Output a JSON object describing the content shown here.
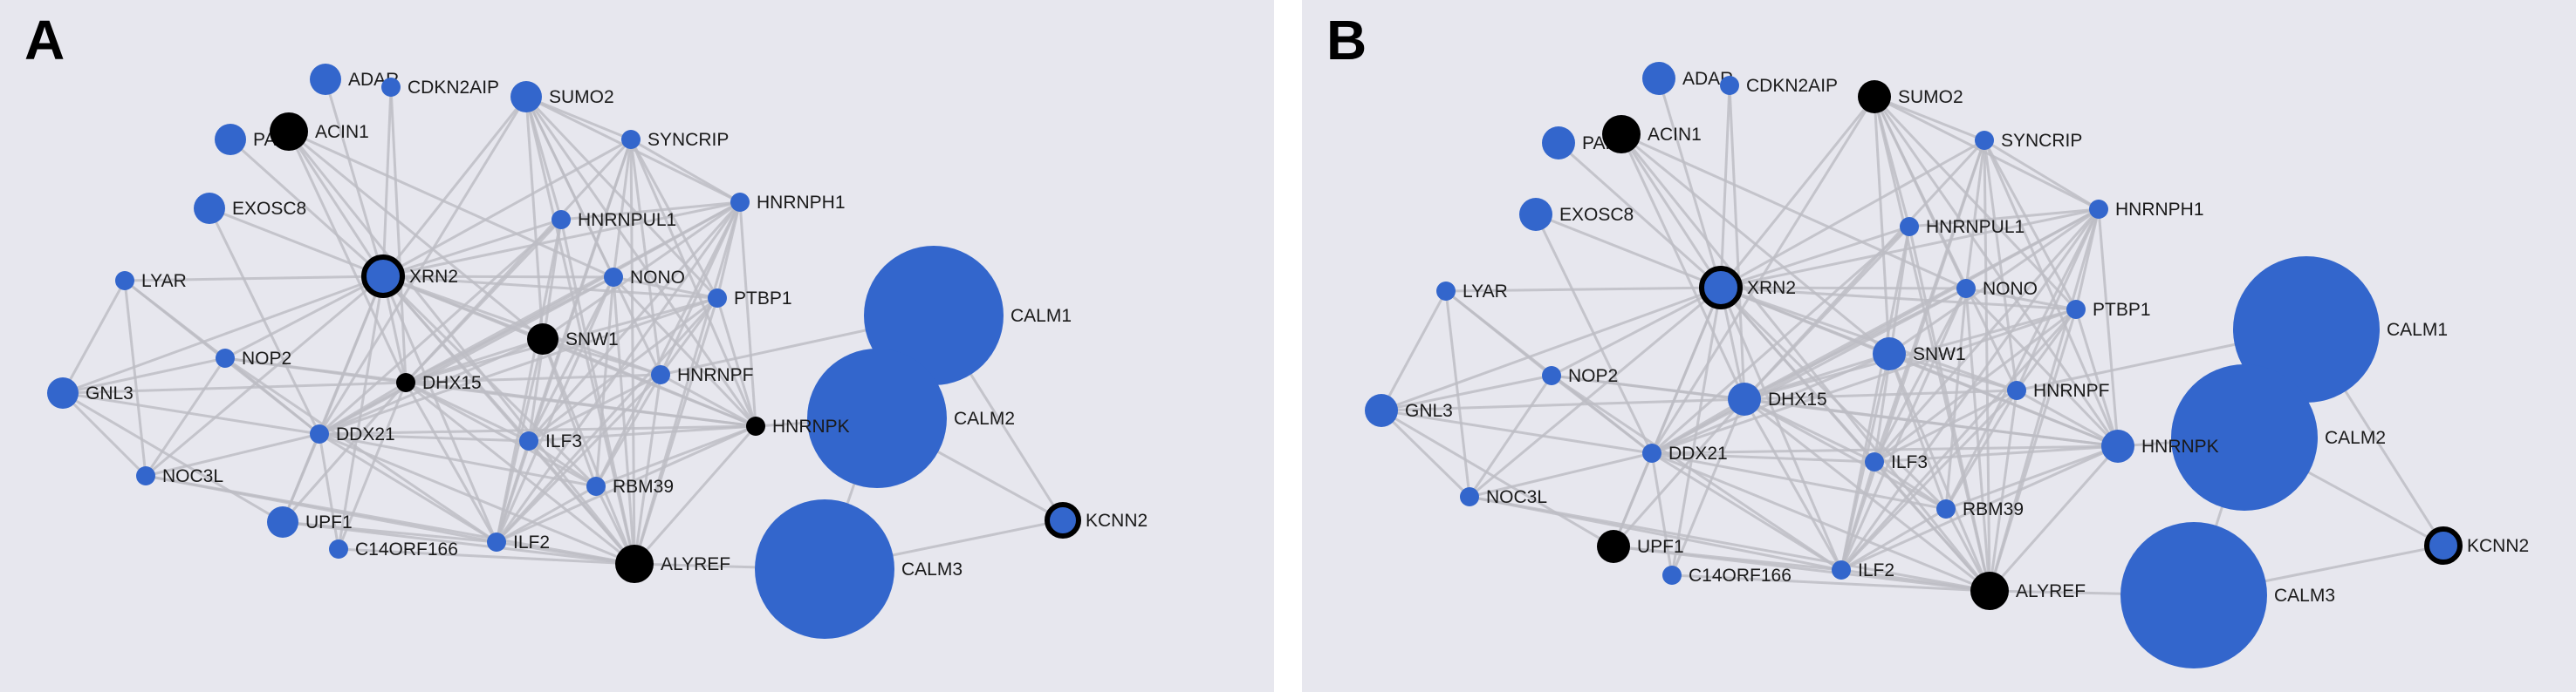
{
  "colors": {
    "blue": "#3366cc",
    "black": "#000000",
    "edge": "#bdbdc4",
    "background": "#e7e7ee"
  },
  "panels": [
    {
      "label": "A",
      "nodes": [
        {
          "id": "ADAR",
          "label": "ADAR",
          "style": "blue",
          "size": "s"
        },
        {
          "id": "CDKN2AIP",
          "label": "CDKN2AIP",
          "style": "blue",
          "size": "xs"
        },
        {
          "id": "SUMO2",
          "label": "SUMO2",
          "style": "blue",
          "size": "s"
        },
        {
          "id": "PARN",
          "label": "PAR",
          "style": "blue",
          "size": "s"
        },
        {
          "id": "ACIN1",
          "label": "ACIN1",
          "style": "black",
          "size": "m"
        },
        {
          "id": "SYNCRIP",
          "label": "SYNCRIP",
          "style": "blue",
          "size": "xs"
        },
        {
          "id": "EXOSC8",
          "label": "EXOSC8",
          "style": "blue",
          "size": "s"
        },
        {
          "id": "HNRNPH1",
          "label": "HNRNPH1",
          "style": "blue",
          "size": "xs"
        },
        {
          "id": "HNRNPUL1",
          "label": "HNRNPUL1",
          "style": "blue",
          "size": "xs"
        },
        {
          "id": "LYAR",
          "label": "LYAR",
          "style": "blue",
          "size": "xs"
        },
        {
          "id": "XRN2",
          "label": "XRN2",
          "style": "ring",
          "size": "m"
        },
        {
          "id": "NONO",
          "label": "NONO",
          "style": "blue",
          "size": "xs"
        },
        {
          "id": "PTBP1",
          "label": "PTBP1",
          "style": "blue",
          "size": "xs"
        },
        {
          "id": "CALM1",
          "label": "CALM1",
          "style": "blue",
          "size": "xl"
        },
        {
          "id": "SNW1",
          "label": "SNW1",
          "style": "black",
          "size": "s"
        },
        {
          "id": "NOP2",
          "label": "NOP2",
          "style": "blue",
          "size": "xs"
        },
        {
          "id": "DHX15",
          "label": "DHX15",
          "style": "black",
          "size": "xs"
        },
        {
          "id": "HNRNPF",
          "label": "HNRNPF",
          "style": "blue",
          "size": "xs"
        },
        {
          "id": "GNL3",
          "label": "GNL3",
          "style": "blue",
          "size": "s"
        },
        {
          "id": "CALM2",
          "label": "CALM2",
          "style": "blue",
          "size": "xl"
        },
        {
          "id": "HNRNPK",
          "label": "HNRNPK",
          "style": "black",
          "size": "xs"
        },
        {
          "id": "DDX21",
          "label": "DDX21",
          "style": "blue",
          "size": "xs"
        },
        {
          "id": "ILF3",
          "label": "ILF3",
          "style": "blue",
          "size": "xs"
        },
        {
          "id": "NOC3L",
          "label": "NOC3L",
          "style": "blue",
          "size": "xs"
        },
        {
          "id": "RBM39",
          "label": "RBM39",
          "style": "blue",
          "size": "xs"
        },
        {
          "id": "UPF1",
          "label": "UPF1",
          "style": "blue",
          "size": "s"
        },
        {
          "id": "KCNN2",
          "label": "KCNN2",
          "style": "ring",
          "size": "s"
        },
        {
          "id": "ILF2",
          "label": "ILF2",
          "style": "blue",
          "size": "xs"
        },
        {
          "id": "C14ORF166",
          "label": "C14ORF166",
          "style": "blue",
          "size": "xs"
        },
        {
          "id": "ALYREF",
          "label": "ALYREF",
          "style": "black",
          "size": "m"
        },
        {
          "id": "CALM3",
          "label": "CALM3",
          "style": "blue",
          "size": "xl"
        }
      ]
    },
    {
      "label": "B",
      "nodes": [
        {
          "id": "ADAR",
          "label": "ADAR",
          "style": "blue",
          "size": "s"
        },
        {
          "id": "CDKN2AIP",
          "label": "CDKN2AIP",
          "style": "blue",
          "size": "xs"
        },
        {
          "id": "SUMO2",
          "label": "SUMO2",
          "style": "black",
          "size": "s"
        },
        {
          "id": "PARN",
          "label": "PAR",
          "style": "blue",
          "size": "s"
        },
        {
          "id": "ACIN1",
          "label": "ACIN1",
          "style": "black",
          "size": "m"
        },
        {
          "id": "SYNCRIP",
          "label": "SYNCRIP",
          "style": "blue",
          "size": "xs"
        },
        {
          "id": "EXOSC8",
          "label": "EXOSC8",
          "style": "blue",
          "size": "s"
        },
        {
          "id": "HNRNPH1",
          "label": "HNRNPH1",
          "style": "blue",
          "size": "xs"
        },
        {
          "id": "HNRNPUL1",
          "label": "HNRNPUL1",
          "style": "blue",
          "size": "xs"
        },
        {
          "id": "LYAR",
          "label": "LYAR",
          "style": "blue",
          "size": "xs"
        },
        {
          "id": "XRN2",
          "label": "XRN2",
          "style": "ring",
          "size": "m"
        },
        {
          "id": "NONO",
          "label": "NONO",
          "style": "blue",
          "size": "xs"
        },
        {
          "id": "PTBP1",
          "label": "PTBP1",
          "style": "blue",
          "size": "xs"
        },
        {
          "id": "CALM1",
          "label": "CALM1",
          "style": "blue",
          "size": "xl"
        },
        {
          "id": "SNW1",
          "label": "SNW1",
          "style": "blue",
          "size": "s"
        },
        {
          "id": "NOP2",
          "label": "NOP2",
          "style": "blue",
          "size": "xs"
        },
        {
          "id": "DHX15",
          "label": "DHX15",
          "style": "blue",
          "size": "s"
        },
        {
          "id": "HNRNPF",
          "label": "HNRNPF",
          "style": "blue",
          "size": "xs"
        },
        {
          "id": "GNL3",
          "label": "GNL3",
          "style": "blue",
          "size": "s"
        },
        {
          "id": "CALM2",
          "label": "CALM2",
          "style": "blue",
          "size": "xl"
        },
        {
          "id": "HNRNPK",
          "label": "HNRNPK",
          "style": "blue",
          "size": "s"
        },
        {
          "id": "DDX21",
          "label": "DDX21",
          "style": "blue",
          "size": "xs"
        },
        {
          "id": "ILF3",
          "label": "ILF3",
          "style": "blue",
          "size": "xs"
        },
        {
          "id": "NOC3L",
          "label": "NOC3L",
          "style": "blue",
          "size": "xs"
        },
        {
          "id": "RBM39",
          "label": "RBM39",
          "style": "blue",
          "size": "xs"
        },
        {
          "id": "UPF1",
          "label": "UPF1",
          "style": "black",
          "size": "s"
        },
        {
          "id": "KCNN2",
          "label": "KCNN2",
          "style": "ring",
          "size": "s"
        },
        {
          "id": "ILF2",
          "label": "ILF2",
          "style": "blue",
          "size": "xs"
        },
        {
          "id": "C14ORF166",
          "label": "C14ORF166",
          "style": "blue",
          "size": "xs"
        },
        {
          "id": "ALYREF",
          "label": "ALYREF",
          "style": "black",
          "size": "m"
        },
        {
          "id": "CALM3",
          "label": "CALM3",
          "style": "blue",
          "size": "xl"
        }
      ]
    }
  ],
  "edges": [
    [
      "ACIN1",
      "XRN2"
    ],
    [
      "ACIN1",
      "DHX15"
    ],
    [
      "ACIN1",
      "SNW1"
    ],
    [
      "ACIN1",
      "ALYREF"
    ],
    [
      "ACIN1",
      "NONO"
    ],
    [
      "ADAR",
      "XRN2"
    ],
    [
      "CDKN2AIP",
      "XRN2"
    ],
    [
      "CDKN2AIP",
      "DHX15"
    ],
    [
      "PARN",
      "XRN2"
    ],
    [
      "EXOSC8",
      "XRN2"
    ],
    [
      "EXOSC8",
      "DDX21"
    ],
    [
      "SUMO2",
      "XRN2"
    ],
    [
      "SUMO2",
      "SNW1"
    ],
    [
      "SUMO2",
      "ALYREF"
    ],
    [
      "SUMO2",
      "SYNCRIP"
    ],
    [
      "SUMO2",
      "HNRNPH1"
    ],
    [
      "SUMO2",
      "HNRNPK"
    ],
    [
      "SUMO2",
      "NONO"
    ],
    [
      "SUMO2",
      "HNRNPF"
    ],
    [
      "SUMO2",
      "DDX21"
    ],
    [
      "SUMO2",
      "HNRNPUL1"
    ],
    [
      "SUMO2",
      "PTBP1"
    ],
    [
      "SYNCRIP",
      "XRN2"
    ],
    [
      "SYNCRIP",
      "HNRNPH1"
    ],
    [
      "SYNCRIP",
      "DHX15"
    ],
    [
      "SYNCRIP",
      "ILF3"
    ],
    [
      "SYNCRIP",
      "ILF2"
    ],
    [
      "SYNCRIP",
      "PTBP1"
    ],
    [
      "SYNCRIP",
      "ALYREF"
    ],
    [
      "SYNCRIP",
      "HNRNPK"
    ],
    [
      "SYNCRIP",
      "NONO"
    ],
    [
      "SYNCRIP",
      "HNRNPF"
    ],
    [
      "HNRNPH1",
      "XRN2"
    ],
    [
      "HNRNPH1",
      "PTBP1"
    ],
    [
      "HNRNPH1",
      "HNRNPF"
    ],
    [
      "HNRNPH1",
      "ILF3"
    ],
    [
      "HNRNPH1",
      "ALYREF"
    ],
    [
      "HNRNPH1",
      "SNW1"
    ],
    [
      "HNRNPH1",
      "HNRNPUL1"
    ],
    [
      "HNRNPH1",
      "HNRNPK"
    ],
    [
      "HNRNPH1",
      "DHX15"
    ],
    [
      "HNRNPH1",
      "DDX21"
    ],
    [
      "HNRNPH1",
      "ILF2"
    ],
    [
      "HNRNPH1",
      "RBM39"
    ],
    [
      "HNRNPUL1",
      "XRN2"
    ],
    [
      "HNRNPUL1",
      "DHX15"
    ],
    [
      "HNRNPUL1",
      "ILF3"
    ],
    [
      "HNRNPUL1",
      "ALYREF"
    ],
    [
      "HNRNPUL1",
      "DDX21"
    ],
    [
      "HNRNPUL1",
      "ILF2"
    ],
    [
      "NONO",
      "XRN2"
    ],
    [
      "NONO",
      "PTBP1"
    ],
    [
      "NONO",
      "DHX15"
    ],
    [
      "NONO",
      "ILF3"
    ],
    [
      "NONO",
      "ALYREF"
    ],
    [
      "NONO",
      "RBM39"
    ],
    [
      "NONO",
      "HNRNPK"
    ],
    [
      "NONO",
      "DDX21"
    ],
    [
      "NONO",
      "ILF2"
    ],
    [
      "PTBP1",
      "XRN2"
    ],
    [
      "PTBP1",
      "DHX15"
    ],
    [
      "PTBP1",
      "HNRNPK"
    ],
    [
      "PTBP1",
      "ALYREF"
    ],
    [
      "PTBP1",
      "ILF2"
    ],
    [
      "PTBP1",
      "HNRNPF"
    ],
    [
      "PTBP1",
      "DDX21"
    ],
    [
      "PTBP1",
      "ILF3"
    ],
    [
      "LYAR",
      "XRN2"
    ],
    [
      "LYAR",
      "GNL3"
    ],
    [
      "LYAR",
      "DDX21"
    ],
    [
      "LYAR",
      "NOP2"
    ],
    [
      "LYAR",
      "NOC3L"
    ],
    [
      "XRN2",
      "SNW1"
    ],
    [
      "XRN2",
      "DHX15"
    ],
    [
      "XRN2",
      "DDX21"
    ],
    [
      "XRN2",
      "ALYREF"
    ],
    [
      "XRN2",
      "ILF2"
    ],
    [
      "XRN2",
      "ILF3"
    ],
    [
      "XRN2",
      "RBM39"
    ],
    [
      "XRN2",
      "HNRNPF"
    ],
    [
      "XRN2",
      "HNRNPK"
    ],
    [
      "XRN2",
      "UPF1"
    ],
    [
      "XRN2",
      "GNL3"
    ],
    [
      "XRN2",
      "NOP2"
    ],
    [
      "XRN2",
      "C14ORF166"
    ],
    [
      "XRN2",
      "NOC3L"
    ],
    [
      "SNW1",
      "DHX15"
    ],
    [
      "SNW1",
      "ALYREF"
    ],
    [
      "SNW1",
      "HNRNPK"
    ],
    [
      "SNW1",
      "ILF2"
    ],
    [
      "SNW1",
      "DDX21"
    ],
    [
      "SNW1",
      "HNRNPF"
    ],
    [
      "SNW1",
      "RBM39"
    ],
    [
      "NOP2",
      "GNL3"
    ],
    [
      "NOP2",
      "DDX21"
    ],
    [
      "NOP2",
      "NOC3L"
    ],
    [
      "NOP2",
      "DHX15"
    ],
    [
      "NOP2",
      "HNRNPK"
    ],
    [
      "NOP2",
      "ILF2"
    ],
    [
      "DHX15",
      "DDX21"
    ],
    [
      "DHX15",
      "ILF3"
    ],
    [
      "DHX15",
      "ALYREF"
    ],
    [
      "DHX15",
      "HNRNPK"
    ],
    [
      "DHX15",
      "ILF2"
    ],
    [
      "DHX15",
      "RBM39"
    ],
    [
      "DHX15",
      "HNRNPF"
    ],
    [
      "DHX15",
      "UPF1"
    ],
    [
      "DHX15",
      "C14ORF166"
    ],
    [
      "DHX15",
      "GNL3"
    ],
    [
      "HNRNPF",
      "ILF3"
    ],
    [
      "HNRNPF",
      "HNRNPK"
    ],
    [
      "HNRNPF",
      "ALYREF"
    ],
    [
      "HNRNPF",
      "ILF2"
    ],
    [
      "HNRNPF",
      "RBM39"
    ],
    [
      "GNL3",
      "DDX21"
    ],
    [
      "GNL3",
      "NOC3L"
    ],
    [
      "GNL3",
      "UPF1"
    ],
    [
      "HNRNPK",
      "ALYREF"
    ],
    [
      "HNRNPK",
      "ILF3"
    ],
    [
      "HNRNPK",
      "CALM2"
    ],
    [
      "HNRNPK",
      "RBM39"
    ],
    [
      "HNRNPK",
      "DDX21"
    ],
    [
      "HNRNPK",
      "ILF2"
    ],
    [
      "DDX21",
      "ILF3"
    ],
    [
      "DDX21",
      "ILF2"
    ],
    [
      "DDX21",
      "ALYREF"
    ],
    [
      "DDX21",
      "NOC3L"
    ],
    [
      "DDX21",
      "UPF1"
    ],
    [
      "DDX21",
      "C14ORF166"
    ],
    [
      "DDX21",
      "RBM39"
    ],
    [
      "ILF3",
      "ILF2"
    ],
    [
      "ILF3",
      "ALYREF"
    ],
    [
      "ILF3",
      "RBM39"
    ],
    [
      "NOC3L",
      "ALYREF"
    ],
    [
      "NOC3L",
      "ILF2"
    ],
    [
      "RBM39",
      "ALYREF"
    ],
    [
      "RBM39",
      "ILF2"
    ],
    [
      "UPF1",
      "ALYREF"
    ],
    [
      "UPF1",
      "ILF2"
    ],
    [
      "C14ORF166",
      "ALYREF"
    ],
    [
      "ILF2",
      "ALYREF"
    ],
    [
      "CALM1",
      "CALM2"
    ],
    [
      "CALM1",
      "KCNN2"
    ],
    [
      "CALM2",
      "KCNN2"
    ],
    [
      "CALM2",
      "CALM3"
    ],
    [
      "CALM3",
      "KCNN2"
    ],
    [
      "CALM3",
      "ALYREF"
    ],
    [
      "CALM1",
      "HNRNPF"
    ]
  ]
}
